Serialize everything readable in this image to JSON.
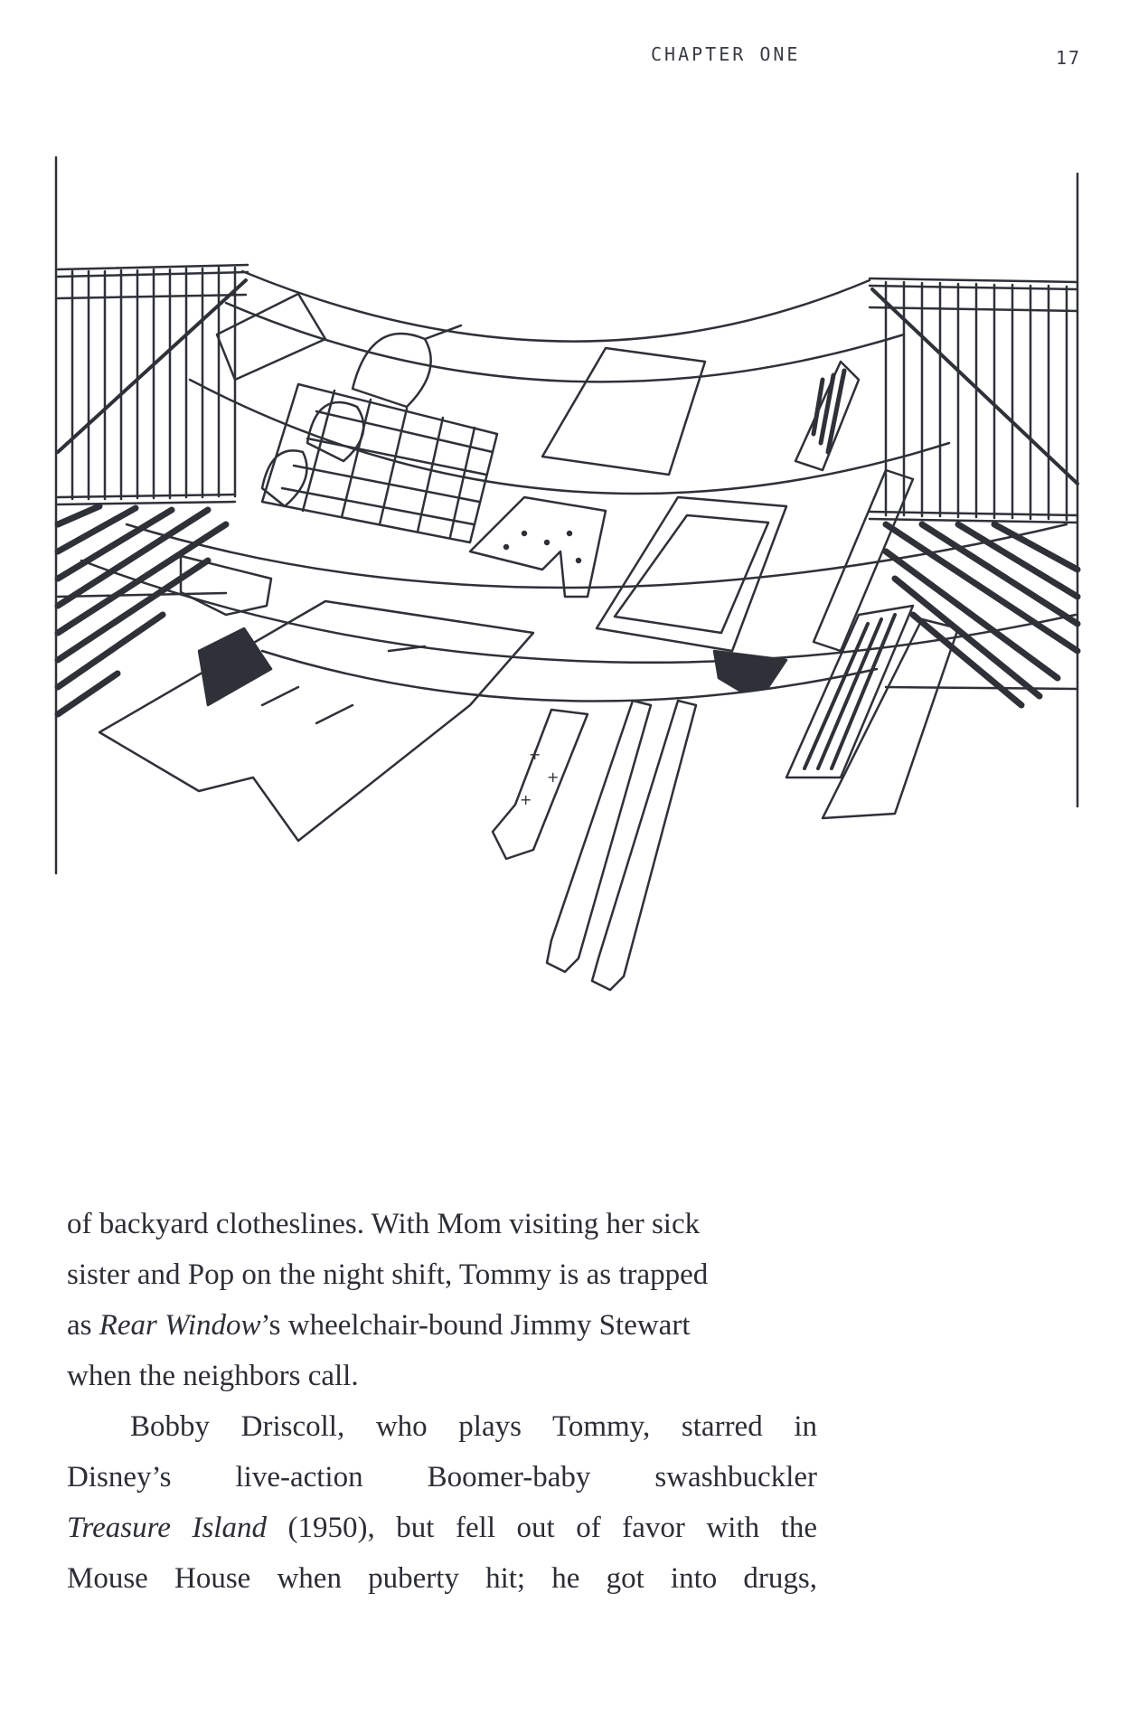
{
  "header": {
    "running_head": "CHAPTER ONE",
    "page_number": "17"
  },
  "illustration": {
    "subject": "clotheslines-drawing"
  },
  "body": {
    "p1": {
      "l1": "of backyard clotheslines. With Mom visiting her sick",
      "l2": "sister and Pop on the night shift, Tommy is as trapped",
      "l3_pre": "as ",
      "l3_italic": "Rear Window",
      "l3_post": "’s wheelchair-bound Jimmy Stewart",
      "l4": "when the neighbors call."
    },
    "p2": {
      "l1": "Bobby Driscoll, who plays Tommy, starred in",
      "l2": "Disney’s live-action Boomer-baby swashbuckler",
      "l3_italic": "Treasure Island",
      "l3_post": " (1950), but fell out of favor with the",
      "l4": "Mouse House when puberty hit; he got into drugs,"
    }
  }
}
